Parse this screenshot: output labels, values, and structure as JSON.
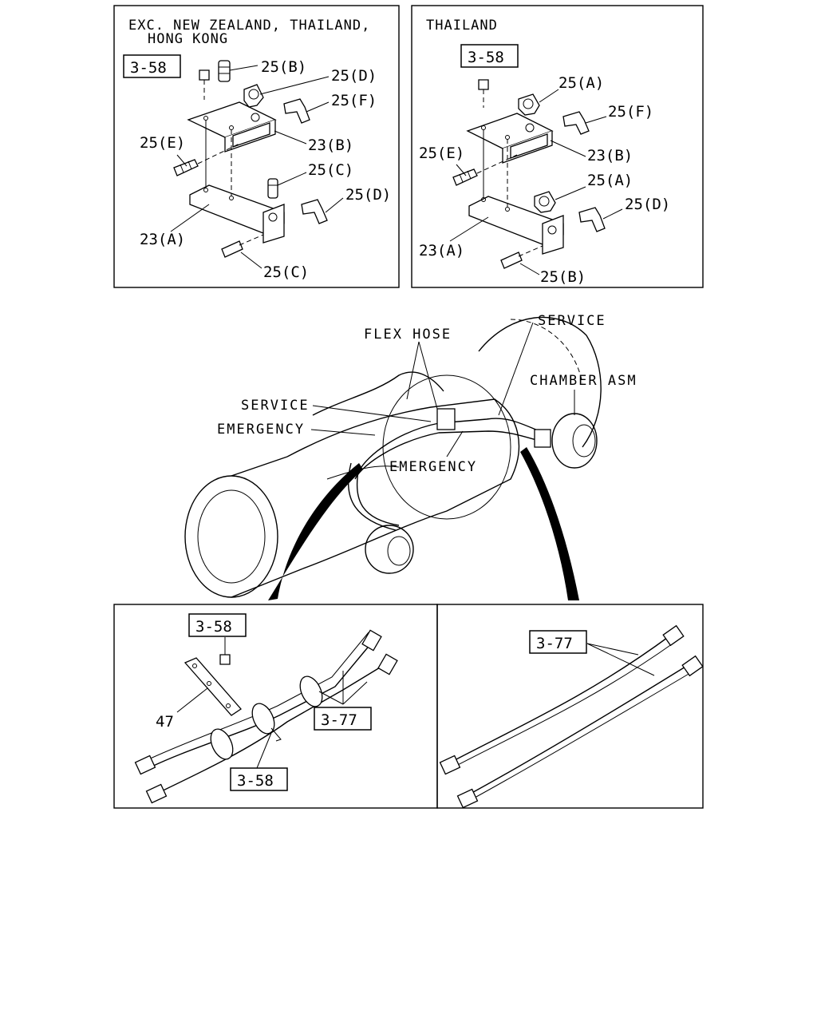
{
  "panels": {
    "top_left": {
      "header_line1": "EXC. NEW ZEALAND, THAILAND,",
      "header_line2": "HONG KONG",
      "ref_box": "3-58",
      "callouts": {
        "c25b": "25(B)",
        "c25d_top": "25(D)",
        "c25f": "25(F)",
        "c25e": "25(E)",
        "c23b": "23(B)",
        "c25c_mid": "25(C)",
        "c25d_low": "25(D)",
        "c23a": "23(A)",
        "c25c_low": "25(C)"
      }
    },
    "top_right": {
      "header": "THAILAND",
      "ref_box": "3-58",
      "callouts": {
        "c25a_top": "25(A)",
        "c25f": "25(F)",
        "c25e": "25(E)",
        "c23b": "23(B)",
        "c25a_mid": "25(A)",
        "c25d": "25(D)",
        "c23a": "23(A)",
        "c25b": "25(B)"
      }
    },
    "middle": {
      "flex_hose": "FLEX HOSE",
      "service_right": "SERVICE",
      "chamber_asm": "CHAMBER ASM",
      "service_left": "SERVICE",
      "emergency_left": "EMERGENCY",
      "emergency_center": "EMERGENCY"
    },
    "bottom_left": {
      "ref_top": "3-58",
      "ref_mid": "3-77",
      "ref_low": "3-58",
      "part_47": "47"
    },
    "bottom_right": {
      "ref": "3-77"
    }
  }
}
